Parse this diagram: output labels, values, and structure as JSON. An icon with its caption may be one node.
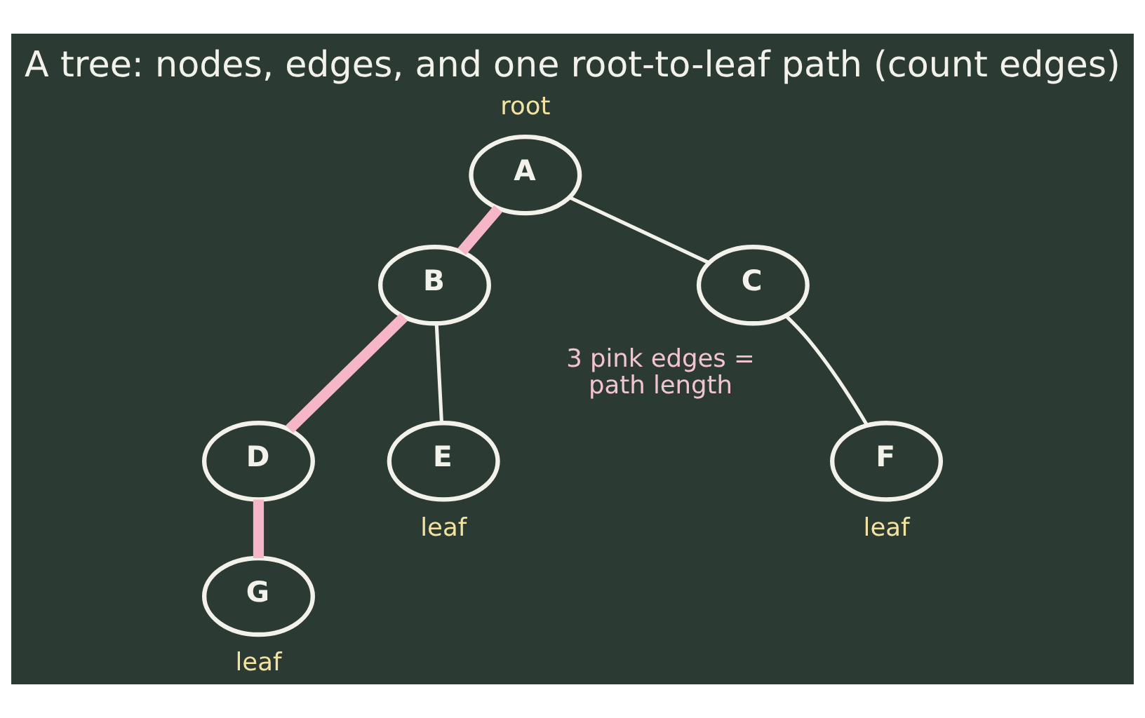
{
  "diagram": {
    "title": "A tree: nodes, edges, and one root-to-leaf path (count edges)",
    "nodes": [
      {
        "text": [
          "A"
        ],
        "beside": [
          "root"
        ]
      },
      {
        "text": [
          "B"
        ]
      },
      {
        "text": [
          "C"
        ]
      },
      {
        "text": [
          "D"
        ]
      },
      {
        "text": [
          "E"
        ],
        "beside": [
          "leaf"
        ]
      },
      {
        "text": [
          "F"
        ],
        "beside": [
          "leaf"
        ]
      },
      {
        "text": [
          "G"
        ],
        "beside": [
          "leaf"
        ]
      }
    ],
    "edges": [
      {
        "from": 0,
        "to": 1,
        "arrow": "none",
        "style": "thick",
        "color": "#f7b6c8"
      },
      {
        "from": 0,
        "to": 2,
        "arrow": "none"
      },
      {
        "from": 1,
        "to": 3,
        "arrow": "none",
        "style": "thick",
        "color": "#f7b6c8"
      },
      {
        "from": 1,
        "to": 4,
        "arrow": "none"
      },
      {
        "from": 2,
        "to": 5,
        "arrow": "none"
      },
      {
        "from": 3,
        "to": 6,
        "arrow": "none",
        "style": "thick",
        "color": "#f7b6c8"
      }
    ],
    "labels": [
      "3 pink edges = path length"
    ]
  }
}
